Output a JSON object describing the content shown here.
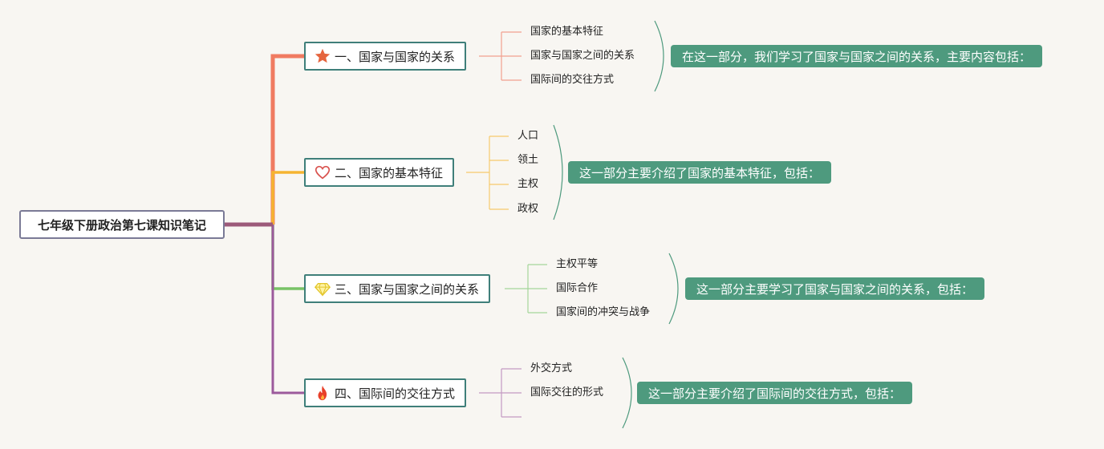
{
  "root": {
    "label": "七年级下册政治第七课知识笔记"
  },
  "branches": [
    {
      "label": "一、国家与国家的关系",
      "icon": "star-icon",
      "color": "#f07b61",
      "leaves": [
        "国家的基本特征",
        "国家与国家之间的关系",
        "国际间的交往方式"
      ],
      "summary": "在这一部分，我们学习了国家与国家之间的关系，主要内容包括："
    },
    {
      "label": "二、国家的基本特征",
      "icon": "heart-icon",
      "color": "#f5b431",
      "leaves": [
        "人口",
        "领土",
        "主权",
        "政权"
      ],
      "summary": "这一部分主要介绍了国家的基本特征，包括："
    },
    {
      "label": "三、国家与国家之间的关系",
      "icon": "diamond-icon",
      "color": "#78c266",
      "leaves": [
        "主权平等",
        "国际合作",
        "国家间的冲突与战争"
      ],
      "summary": "这一部分主要学习了国家与国家之间的关系，包括："
    },
    {
      "label": "四、国际间的交往方式",
      "icon": "fire-icon",
      "color": "#9c5a9c",
      "leaves": [
        "外交方式",
        "国际交往的形式",
        ""
      ],
      "summary": "这一部分主要介绍了国际间的交往方式，包括："
    }
  ],
  "colors": {
    "background": "#f8f6f2",
    "summary": "#4e9a7e",
    "branch_border": "#3f7f7a",
    "root_border": "#7a7a96",
    "bracket": "#4e9a7e"
  }
}
